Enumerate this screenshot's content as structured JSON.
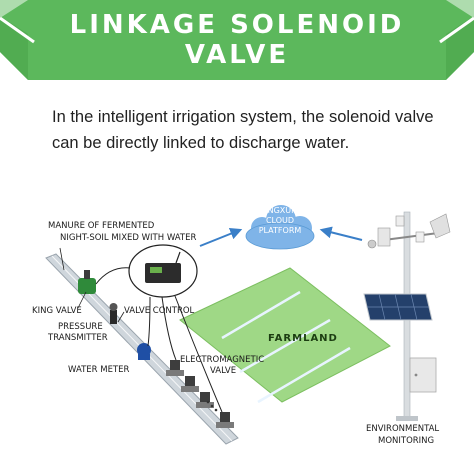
{
  "banner": {
    "title_line1": "LINKAGE SOLENOID",
    "title_line2": "VALVE",
    "color": "#5cb85c"
  },
  "intro": {
    "line1": "In the intelligent irrigation system, the solenoid valve",
    "line2": "can be directly linked to discharge water."
  },
  "diagram": {
    "manure_label_line1": "MANURE OF FERMENTED",
    "manure_label_line2": "NIGHT-SOIL MIXED WITH WATER",
    "king_valve": "KING VALVE",
    "valve_control": "VALVE CONTROL",
    "pressure_line1": "PRESSURE",
    "pressure_line2": "TRANSMITTER",
    "water_meter": "WATER METER",
    "electromagnetic_line1": "ELECTROMAGNETIC",
    "electromagnetic_line2": "VALVE",
    "farmland": "FARMLAND",
    "cloud_line1": "JINGXUN",
    "cloud_line2": "CLOUD",
    "cloud_line3": "PLATFORM",
    "env_line1": "ENVIRONMENTAL",
    "env_line2": "MONITORING",
    "farmland_color": "#9fd886",
    "cloud_color": "#7fb4e8",
    "arrow_color": "#3a7fc8"
  }
}
